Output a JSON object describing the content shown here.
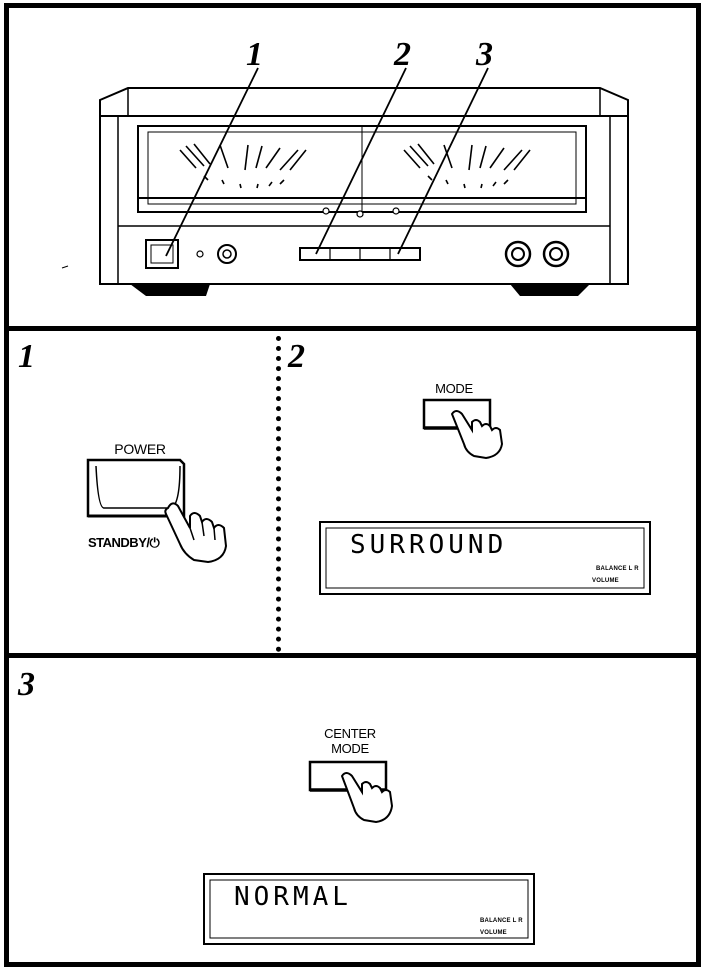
{
  "panel_top": {
    "callouts": [
      "1",
      "2",
      "3"
    ]
  },
  "step1": {
    "number": "1",
    "button_label": "POWER",
    "standby_label": "STANDBY/⏻"
  },
  "step2": {
    "number": "2",
    "button_label": "MODE",
    "display_text": "SURROUND",
    "display_balance": "BALANCE L  R",
    "display_volume": "VOLUME"
  },
  "step3": {
    "number": "3",
    "button_label_line1": "CENTER",
    "button_label_line2": "MODE",
    "display_text": "NORMAL",
    "display_balance": "BALANCE L  R",
    "display_volume": "VOLUME"
  }
}
